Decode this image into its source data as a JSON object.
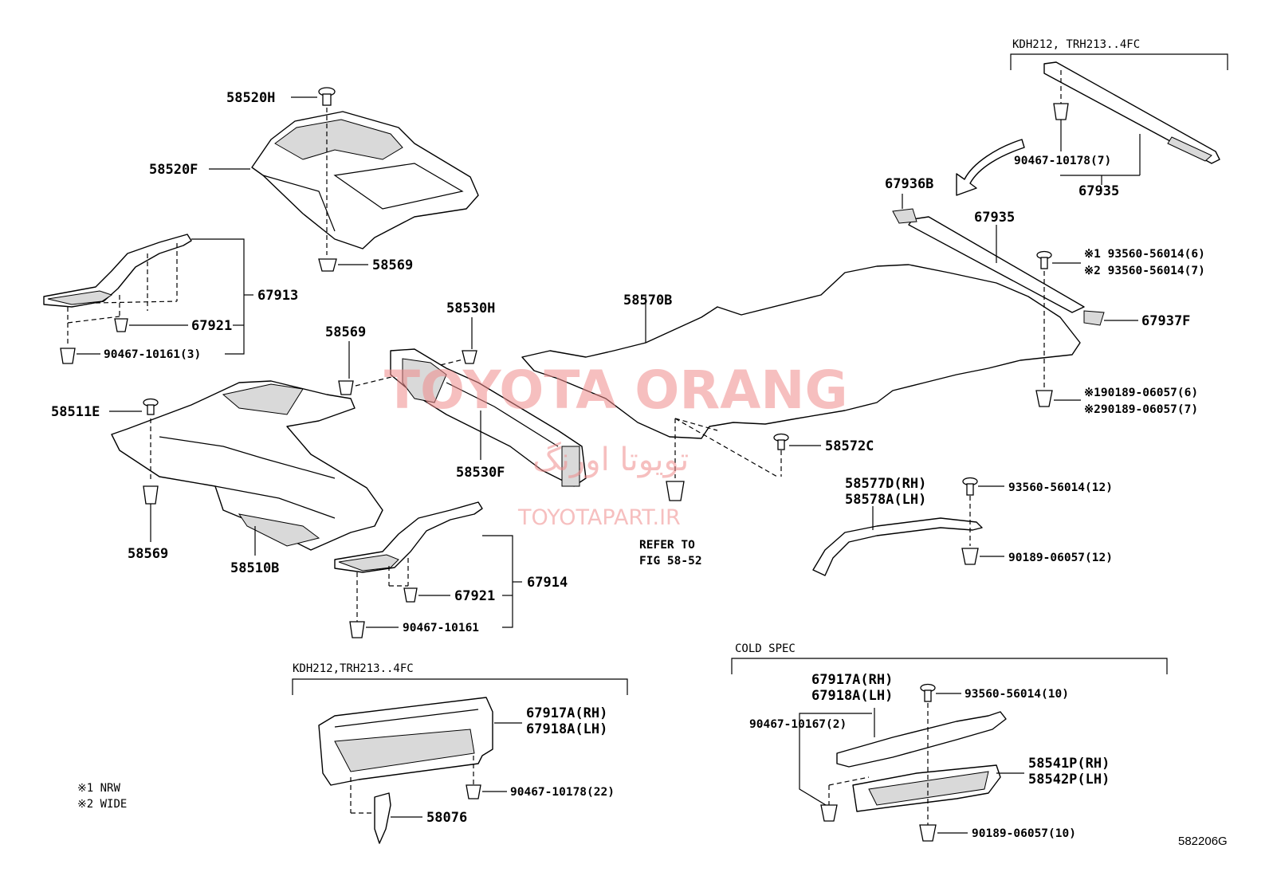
{
  "headers": {
    "top_right": "KDH212, TRH213..4FC",
    "bottom_mid": "KDH212,TRH213..4FC",
    "cold_spec": "COLD SPEC"
  },
  "parts": {
    "p58520H": "58520H",
    "p58520F": "58520F",
    "p58569_a": "58569",
    "p67913": "67913",
    "p67921_a": "67921",
    "p90467_10161_3": "90467-10161(3)",
    "p58569_b": "58569",
    "p58530H": "58530H",
    "p58511E": "58511E",
    "p58569_c": "58569",
    "p58510B": "58510B",
    "p58530F": "58530F",
    "p67914": "67914",
    "p67921_b": "67921",
    "p90467_10161": "90467-10161",
    "p58570B": "58570B",
    "p67936B": "67936B",
    "p67935_a": "67935",
    "p67935_b": "67935",
    "p90467_10178_7": "90467-10178(7)",
    "p93560_6": "※1 93560-56014(6)",
    "p93560_7": "※2 93560-56014(7)",
    "p67937F": "67937F",
    "p90189_6": "※190189-06057(6)",
    "p90189_7": "※290189-06057(7)",
    "p58572C": "58572C",
    "p58577D": "58577D(RH)",
    "p58578A": "58578A(LH)",
    "p93560_12": "93560-56014(12)",
    "p90189_12": "90189-06057(12)",
    "refer1": "REFER TO",
    "refer2": "FIG 58-52",
    "p67917A_a": "67917A(RH)",
    "p67918A_a": "67918A(LH)",
    "p90467_10178_22": "90467-10178(22)",
    "p58076": "58076",
    "p67917A_b": "67917A(RH)",
    "p67918A_b": "67918A(LH)",
    "p93560_10": "93560-56014(10)",
    "p90467_10167_2": "90467-10167(2)",
    "p58541P": "58541P(RH)",
    "p58542P": "58542P(LH)",
    "p90189_10": "90189-06057(10)"
  },
  "notes": {
    "n1": "※1 NRW",
    "n2": "※2 WIDE"
  },
  "figure_id": "582206G",
  "watermark": {
    "main": "TOYOTA ORANG",
    "persian": "تویوتا اورنگ",
    "site": "TOYOTAPART.IR"
  }
}
